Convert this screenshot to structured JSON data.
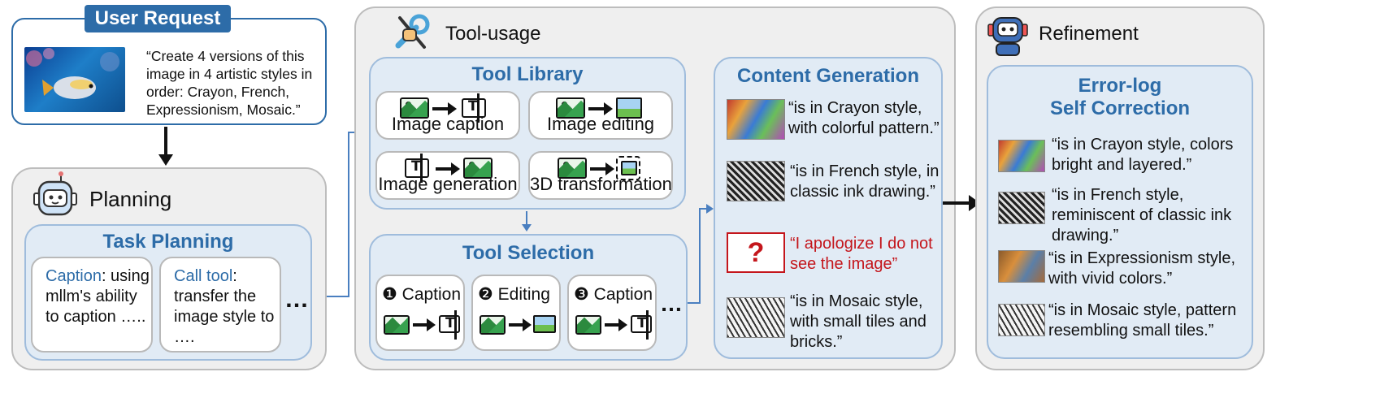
{
  "user_request": {
    "header": "User Request",
    "quote": "“Create 4 versions of this image in 4 artistic styles in order: Crayon, French, Expressionism, Mosaic.”"
  },
  "planning": {
    "label": "Planning",
    "task_planning_title": "Task Planning",
    "card1_key": "Caption",
    "card1_rest": ": using mllm's ability to caption …..",
    "card2_key": "Call tool",
    "card2_rest": ": transfer the image style to ….",
    "ellipsis": "…"
  },
  "tool_usage": {
    "label": "Tool-usage",
    "library_title": "Tool Library",
    "tools": [
      "Image caption",
      "Image editing",
      "Image generation",
      "3D transformation"
    ],
    "selection_title": "Tool Selection",
    "selection_steps": [
      "❶ Caption",
      "❷ Editing",
      "❸ Caption"
    ],
    "ellipsis": "…"
  },
  "content_generation": {
    "title": "Content Generation",
    "items": [
      "“is in Crayon style, with colorful pattern.”",
      "“is in French style, in classic ink drawing.”",
      "“I apologize I do not see the image”",
      "“is in Mosaic style, with small tiles and bricks.”"
    ],
    "error_mark": "?"
  },
  "refinement": {
    "label": "Refinement",
    "title_line1": "Error-log",
    "title_line2": "Self Correction",
    "items": [
      "“is in Crayon style, colors bright and layered.”",
      "“is in French style, reminiscent of classic ink drawing.”",
      "“is in Expressionism style, with vivid colors.”",
      "“is in Mosaic style, pattern resembling small tiles.”"
    ]
  },
  "colors": {
    "accent_blue": "#2d6ca8",
    "error_red": "#c4161c",
    "panel_gray": "#efefef",
    "panel_blue": "#e1ebf5"
  }
}
